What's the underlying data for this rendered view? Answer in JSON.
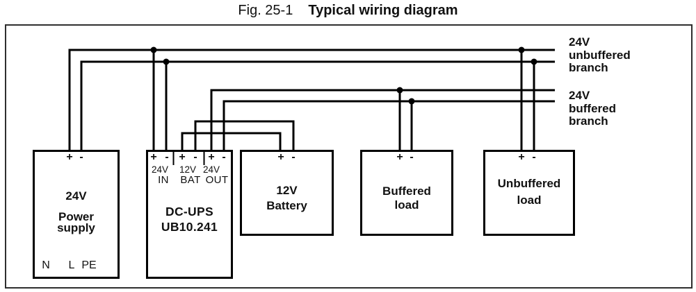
{
  "title": {
    "fig_label": "Fig. 25-1",
    "title_text": "Typical wiring diagram"
  },
  "branch_labels": {
    "unbuffered": [
      "24V",
      "unbuffered",
      "branch"
    ],
    "buffered": [
      "24V",
      "buffered",
      "branch"
    ]
  },
  "power_supply": {
    "plus": "+",
    "minus": "-",
    "name_line1": "24V",
    "name_line2": "Power",
    "name_line3": "supply",
    "bottom_terminals": [
      "N",
      "L",
      "PE"
    ]
  },
  "dc_ups": {
    "terminal_groups": [
      {
        "plus": "+",
        "minus": "-",
        "voltage": "24V",
        "port": "IN"
      },
      {
        "plus": "+",
        "minus": "-",
        "voltage": "12V",
        "port": "BAT"
      },
      {
        "plus": "+",
        "minus": "-",
        "voltage": "24V",
        "port": "OUT"
      }
    ],
    "name_line1": "DC-UPS",
    "name_line2": "UB10.241"
  },
  "battery": {
    "plus": "+",
    "minus": "-",
    "name_line1": "12V",
    "name_line2": "Battery"
  },
  "buffered_load": {
    "plus": "+",
    "minus": "-",
    "name_line1": "Buffered",
    "name_line2": "load"
  },
  "unbuffered_load": {
    "plus": "+",
    "minus": "-",
    "name_line1": "Unbuffered",
    "name_line2": "load"
  },
  "colors": {
    "wire": "#000000",
    "frame": "#2e2e2e",
    "background": "#ffffff",
    "text": "#111111"
  }
}
